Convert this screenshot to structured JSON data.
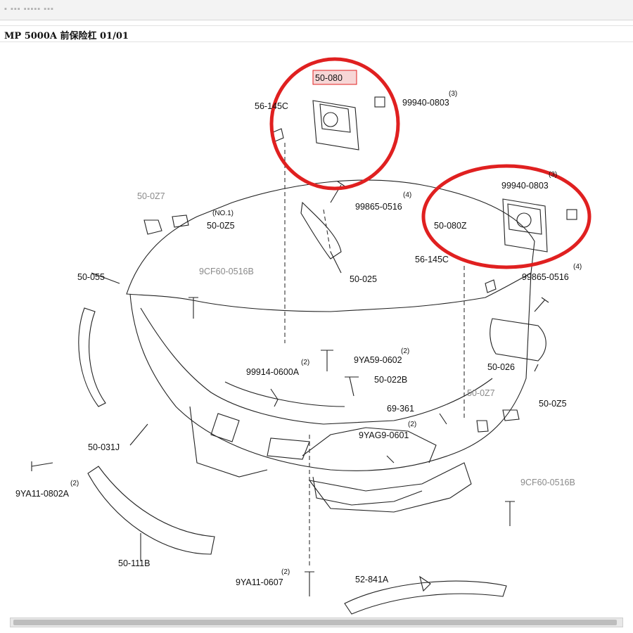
{
  "title": "MP 5000A 前保险杠 01/01",
  "parts": {
    "bracket_left": "50-080",
    "bracket_right": "50-080Z",
    "bolt_56_145c_top": "56-145C",
    "bolt_56_145c_right": "56-145C",
    "nut_99940_top": "99940-0803",
    "nut_99940_right": "99940-0803",
    "qty_3_top": "(3)",
    "qty_3_right": "(3)",
    "bolt_99865_top": "99865-0516",
    "qty_4_top": "(4)",
    "bolt_99865_right": "99865-0516",
    "qty_4_right": "(4)",
    "lamp_left": "50-025",
    "lamp_right": "50-026",
    "clip_50_0z7_left": "50-0Z7",
    "clip_50_0z5_left": "50-0Z5",
    "no1": "(NO.1)",
    "screw_9cf60_left": "9CF60-0516B",
    "strip_50_055": "50-055",
    "bumper_50_031j": "50-031J",
    "clip_99914": "99914-0600A",
    "qty_99914": "(2)",
    "rivet_9ya59": "9YA59-0602",
    "qty_9ya59": "(2)",
    "plug_50_022b": "50-022B",
    "part_69_361": "69-361",
    "clip_50_0z7_right": "50-0Z7",
    "clip_50_0z5_right": "50-0Z5",
    "screw_9ag9": "9YAG9-0601",
    "qty_9ag9": "(2)",
    "screw_9cf60_right": "9CF60-0516B",
    "bolt_9ya11_0802a": "9YA11-0802A",
    "qty_9ya11_0802a": "(2)",
    "grille_50_111b": "50-111B",
    "bolt_9ya11_0607": "9YA11-0607",
    "qty_9ya11_0607": "(2)",
    "part_52_841a": "52-841A"
  },
  "highlight_color": "#e02020",
  "highlighted_label_bg": "#f7d6d6"
}
